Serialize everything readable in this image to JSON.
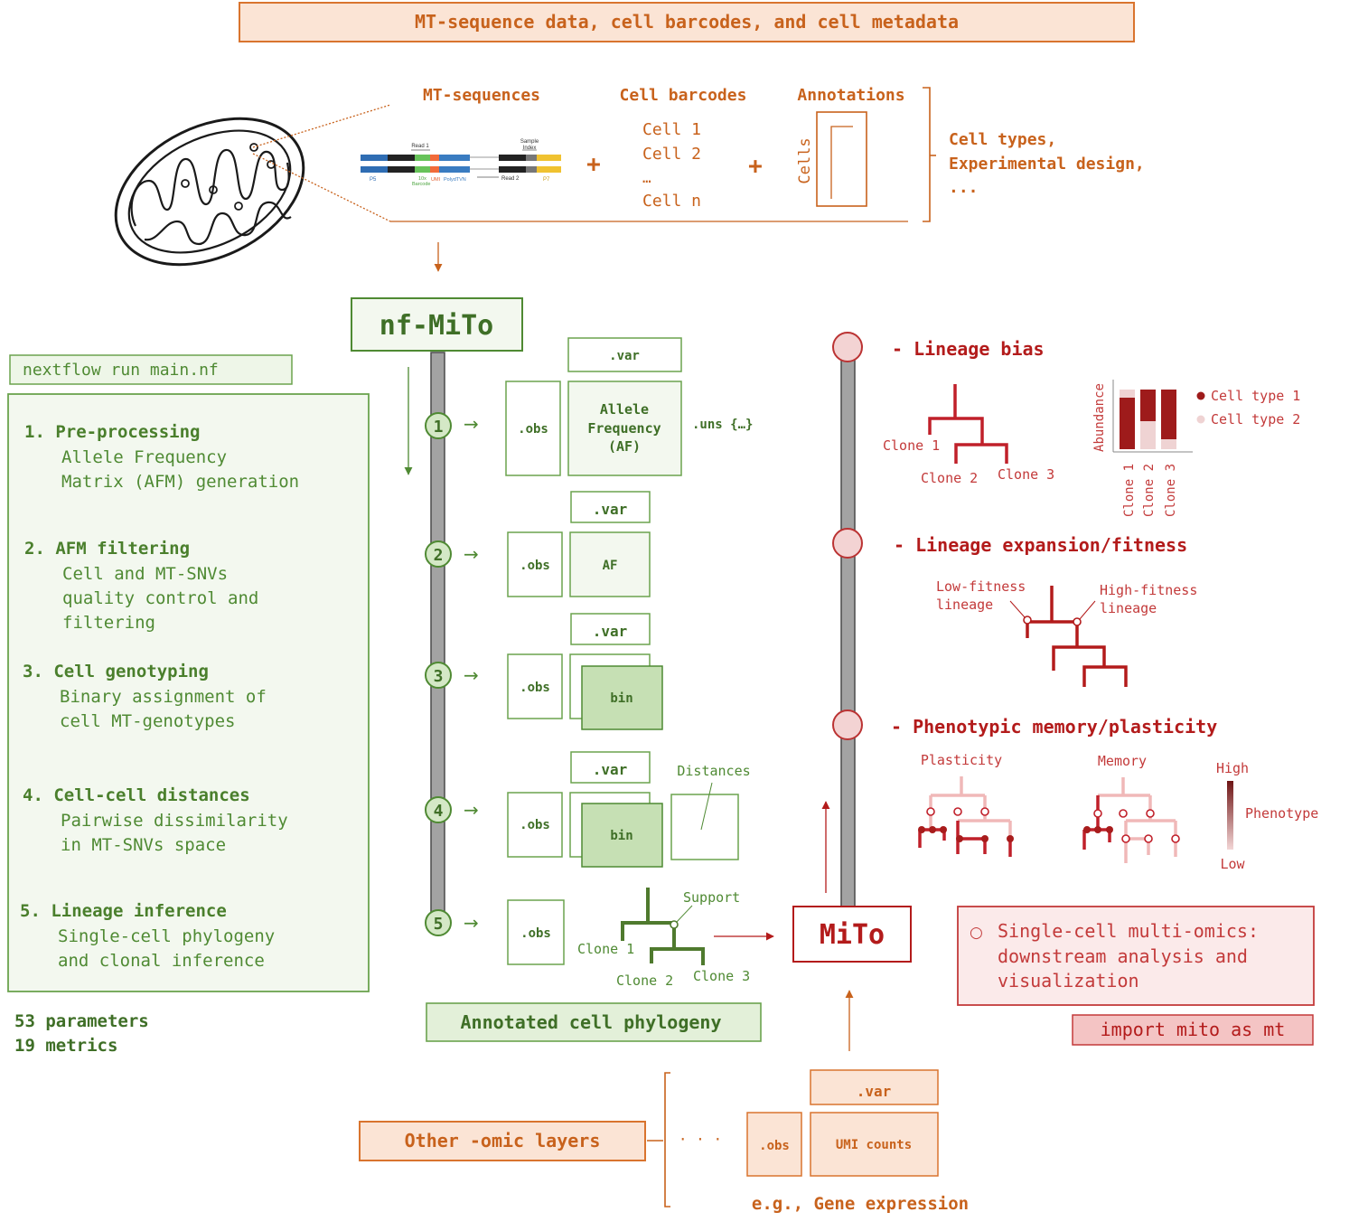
{
  "top": {
    "header": "MT-sequence data, cell barcodes, and cell metadata",
    "col_mt_sequences": "MT-sequences",
    "col_cell_barcodes": "Cell barcodes",
    "col_annotations": "Annotations",
    "read_labels": {
      "read1": "Read 1",
      "sample_index": "Sample",
      "sample_index2": "Index",
      "p5": "P5",
      "barcode": "Barcode",
      "tenx": "10x",
      "umi": "UMI",
      "polydt": "PolydTVN",
      "read2": "Read 2",
      "p7": "P7"
    },
    "plus": "+",
    "cells": [
      "Cell 1",
      "Cell 2",
      "…",
      "Cell n"
    ],
    "cells_axis": "Cells",
    "annotation_notes": [
      "Cell types,",
      "Experimental design,",
      "..."
    ]
  },
  "pipeline": {
    "title": "nf-MiTo",
    "command": "nextflow run main.nf",
    "steps": [
      {
        "num": "1.",
        "title": "Pre-processing",
        "desc": [
          "Allele Frequency",
          "Matrix (AFM) generation"
        ]
      },
      {
        "num": "2.",
        "title": "AFM filtering",
        "desc": [
          "Cell and MT-SNVs",
          "quality control and",
          "filtering"
        ]
      },
      {
        "num": "3.",
        "title": "Cell genotyping",
        "desc": [
          "Binary assignment of",
          "cell MT-genotypes"
        ]
      },
      {
        "num": "4.",
        "title": "Cell-cell distances",
        "desc": [
          "Pairwise dissimilarity",
          "in MT-SNVs space"
        ]
      },
      {
        "num": "5.",
        "title": "Lineage inference",
        "desc": [
          "Single-cell phylogeny",
          "and clonal inference"
        ]
      }
    ],
    "stats": [
      "53 parameters",
      "19 metrics"
    ],
    "step_numbers": [
      "1",
      "2",
      "3",
      "4",
      "5"
    ],
    "arrow": "→",
    "obs": ".obs",
    "var": ".var",
    "uns": ".uns {…}",
    "af_full": [
      "Allele",
      "Frequency",
      "(AF)"
    ],
    "af": "AF",
    "bin": "bin",
    "distances": "Distances",
    "support": "Support",
    "clones": [
      "Clone 1",
      "Clone 2",
      "Clone 3"
    ],
    "output": "Annotated cell phylogeny"
  },
  "mito": {
    "title": "MiTo",
    "features": [
      "- Lineage bias",
      "- Lineage expansion/fitness",
      "- Phenotypic memory/plasticity"
    ],
    "lineage_bias": {
      "clones": [
        "Clone 1",
        "Clone 2",
        "Clone 3"
      ],
      "y_axis": "Abundance",
      "x_categories": [
        "Clone 1",
        "Clone 2",
        "Clone 3"
      ],
      "legend": [
        "Cell type 1",
        "Cell type 2"
      ],
      "colors": {
        "cell_type_1": "#9e1b1b",
        "cell_type_2": "#efd3d3"
      }
    },
    "fitness": {
      "low": [
        "Low-fitness",
        "lineage"
      ],
      "high": [
        "High-fitness",
        "lineage"
      ]
    },
    "memory": {
      "plasticity": "Plasticity",
      "memory": "Memory",
      "high": "High",
      "low": "Low",
      "phenotype": "Phenotype"
    },
    "description": [
      "Single-cell multi-omics:",
      "downstream analysis and",
      "visualization"
    ],
    "bullet": "○",
    "import": "import mito as mt"
  },
  "other": {
    "label": "Other -omic layers",
    "ellipsis": "· · ·",
    "obs": ".obs",
    "var": ".var",
    "umi": "UMI counts",
    "example": "e.g., Gene expression"
  },
  "colors": {
    "orange": "#c8621c",
    "orange_fill": "#fbe4d5",
    "green": "#4f8a33",
    "green_fill": "#f3f8ef",
    "red": "#b31b1b",
    "red_fill": "#fbeaea"
  }
}
